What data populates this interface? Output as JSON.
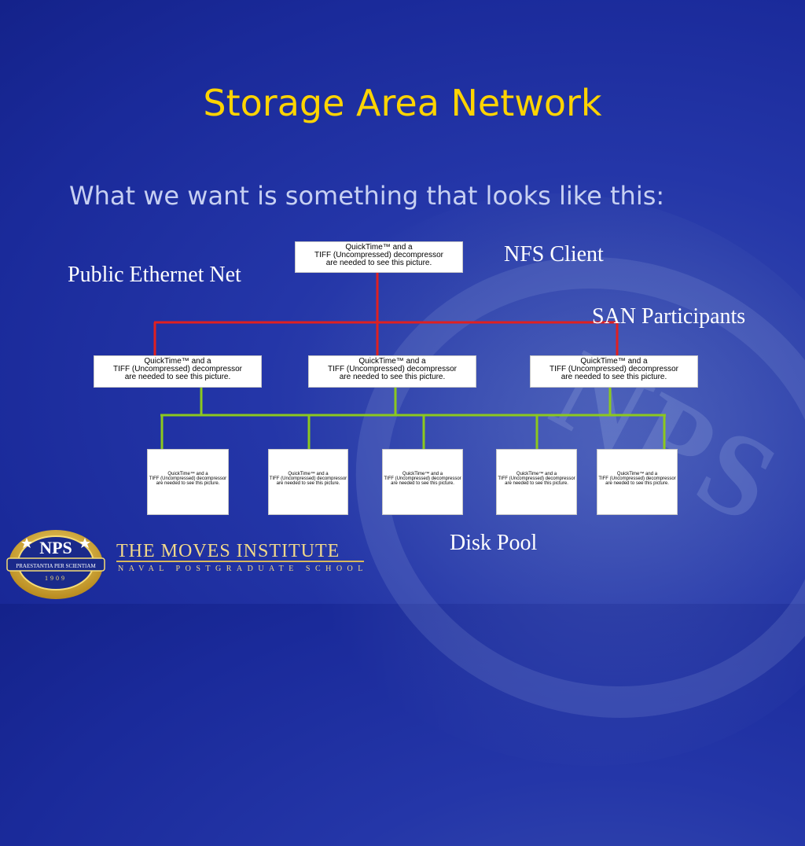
{
  "slide": {
    "title": "Storage Area Network",
    "subtitle": "What we want is something that looks like this:"
  },
  "labels": {
    "nfs_client": "NFS Client",
    "public_net": "Public Ethernet Net",
    "san_participants": "SAN Participants",
    "disk_pool": "Disk Pool"
  },
  "placeholder": {
    "line1": "QuickTime™ and a",
    "line2": "TIFF (Uncompressed) decompressor",
    "line3": "are needed to see this picture."
  },
  "colors": {
    "title": "#ffd400",
    "ethernet_wire": "#e02020",
    "san_wire": "#8cc81e"
  },
  "footer": {
    "logo_text": "NPS",
    "logo_motto": "PRAESTANTIA PER SCIENTIAM",
    "logo_year": "1909",
    "institute": "THE MOVES INSTITUTE",
    "school": "NAVAL POSTGRADUATE SCHOOL",
    "watermark": "NPS"
  }
}
